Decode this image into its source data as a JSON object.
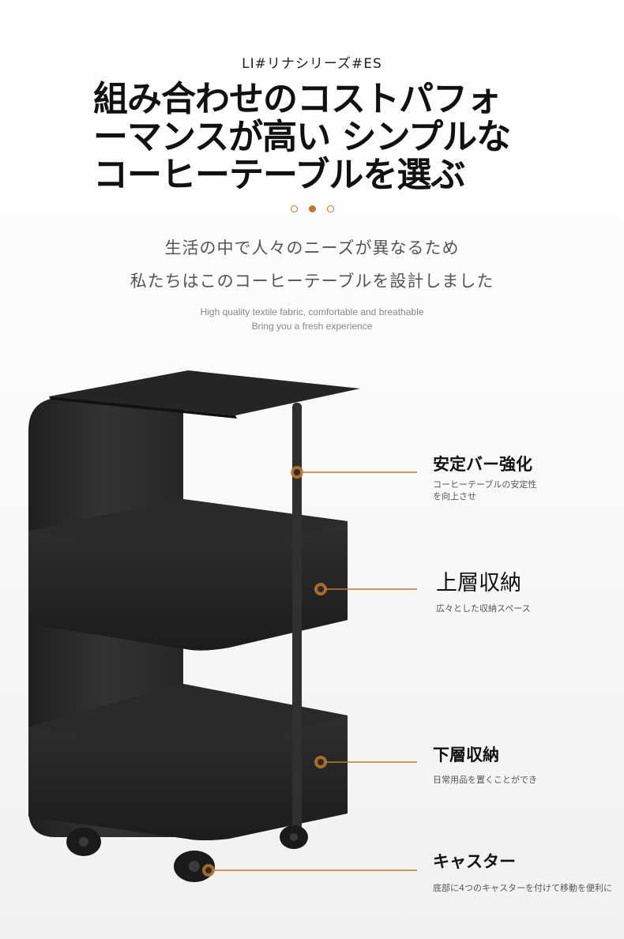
{
  "series_label": "LI#リナシリーズ#ES",
  "headline": {
    "line1": "組み合わせのコストパフォ",
    "line2": "ーマンスが高い シンプルな",
    "line3": "コーヒーテーブルを選ぶ"
  },
  "pagination": {
    "total": 3,
    "active_index": 1
  },
  "subtitle": {
    "line1": "生活の中で人々のニーズが異なるため",
    "line2": "私たちはこのコーヒーテーブルを設計しました"
  },
  "english": {
    "line1": "High quality textile fabric, comfortable and breathable",
    "line2": "Bring you a fresh experience"
  },
  "callouts": [
    {
      "title": "安定バー強化",
      "desc_lines": [
        "コーヒーテーブルの安定性",
        "を向上させ"
      ]
    },
    {
      "title": "上層収納",
      "desc_lines": [
        "広々とした収納スペース"
      ]
    },
    {
      "title": "下層収納",
      "desc_lines": [
        "日常用品を置くことができ"
      ]
    },
    {
      "title": "キャスター",
      "desc_lines": [
        "底部に4つのキャスターを付けて移動を便利に"
      ]
    }
  ],
  "colors": {
    "accent": "#c0782e",
    "product": "#2b2b2b",
    "text_dark": "#111111",
    "text_gray": "#555555"
  }
}
